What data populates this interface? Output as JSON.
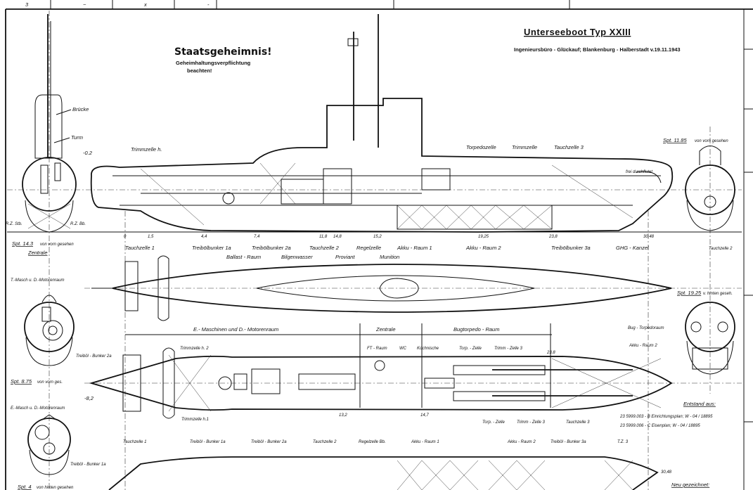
{
  "header": {
    "title": "Unterseeboot  Typ XXIII",
    "subtitle": "Ingenieursbüro - Glückauf; Blankenburg - Halberstadt v.19.11.1943",
    "secret": "Staatsgeheimnis!",
    "secret_note_1": "Geheimhaltungsverpflichtung",
    "secret_note_2": "beachten!"
  },
  "side_view": {
    "labels_top": {
      "trimmzelle_h": "Trimmzelle h.",
      "torpedozelle": "Torpedozelle",
      "trimmzelle": "Trimmzelle",
      "tauchzelle_3": "Tauchzelle 3",
      "frei": "frei durchflutet",
      "minus02": "-0.2"
    },
    "frames": [
      "0",
      "1,5",
      "4,4",
      "7,4",
      "11,8",
      "14,8",
      "15,2",
      "19,25",
      "23,8",
      "30,48"
    ],
    "labels_row1": [
      "Tauchzelle 1",
      "Treibölbunker 1a",
      "Treibölbunker 2a",
      "Tauchzelle 2",
      "Regelzelle",
      "Akku - Raum 1",
      "Akku - Raum 2",
      "Treibölbunker 3a",
      "GHG - Kanzel"
    ],
    "labels_row2": [
      "Ballast - Raum",
      "Bilgenwasser",
      "Proviant",
      "Munition"
    ]
  },
  "front_views": {
    "bridge": "Brücke",
    "tower": "Turm",
    "rz_stb": "R.Z. Stb.",
    "rz_bb": "R.Z. Bb.",
    "spt_1185": "Spt. 11.85",
    "spt_1185_note": "von vorn gesehen",
    "tauchzelle_2": "Tauchzelle 2",
    "spt_143": "Spt. 14.3",
    "spt_143_note": "von vorn gesehen",
    "zentrale": "Zentrale",
    "t_masch": "T.-Masch u. D.-Motorenraum",
    "treiboel_2a": "Treiböl - Bunker 2a",
    "spt_875": "Spt. 8.75",
    "spt_875_note": "von vorn ges.",
    "minus82": "-8,2",
    "e_masch": "E.-Masch u. D.-Motorenraum",
    "treiboel_1a": "Treiböl - Bunker 1a",
    "spt_4": "Spt. 4",
    "spt_4_note": "von hinten gesehen",
    "spt_1925": "Spt. 19.25",
    "spt_1925_note": "v. hinten geseh.",
    "bug_torpedoraum": "Bug - Torpedoraum",
    "akku_raum_2": "Akku - Raum 2"
  },
  "plan_view": {
    "sections": [
      "E.- Maschinen und D.- Motorenraum",
      "Zentrale",
      "Bugtorpedo - Raum"
    ],
    "labels_top": {
      "trimmzelle_h2": "Trimmzelle h. 2",
      "ft_raum": "FT - Raum",
      "wc": "WC",
      "kochnische": "Kochnische",
      "torp_zelle": "Torp. - Zelle",
      "trimm_zelle_3": "Trimm - Zelle 3",
      "f238": "23.8"
    },
    "labels_bottom": {
      "trimmzelle_h1": "Trimmzelle h.1",
      "f132": "13,2",
      "f147": "14,7",
      "torp_zelle": "Torp. - Zelle",
      "trimm_zelle_3": "Trimm - Zelle 3",
      "tauchzelle_3": "Tauchzelle 3"
    }
  },
  "bottom_view": {
    "labels": [
      "Tauchzelle 1",
      "Treiböl - Bunker 1a",
      "Treiböl - Bunker 2a",
      "Tauchzelle 2",
      "Regelzelle Bb.",
      "Akku - Raum 1",
      "Akku - Raum 2",
      "Treiböl - Bunker 3a",
      "T.Z. 3"
    ],
    "f3048": "30,48"
  },
  "provenance": {
    "heading": "Entstand aus:",
    "line1": "23 5999.003 - B  Einrichtungsplan; W - 04 / 18895",
    "line2": "23 5999.006 - C  Eisenplan; W - 04 / 18895",
    "redrawn": "Neu gezeichnet:"
  },
  "border_marks": [
    "3",
    "~",
    "x",
    "-"
  ]
}
